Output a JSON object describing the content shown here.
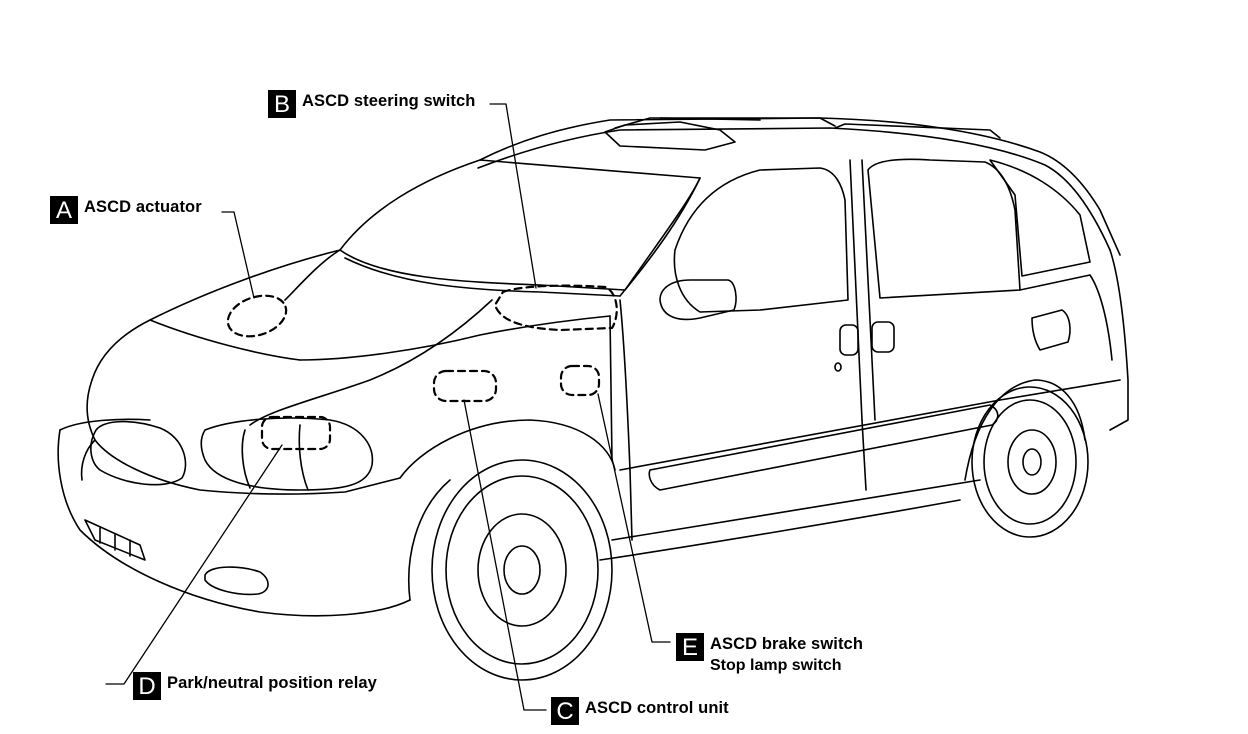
{
  "callouts": {
    "a": {
      "letter": "A",
      "label": "ASCD actuator"
    },
    "b": {
      "letter": "B",
      "label": "ASCD steering switch"
    },
    "c": {
      "letter": "C",
      "label": "ASCD control unit"
    },
    "d": {
      "letter": "D",
      "label": "Park/neutral position relay"
    },
    "e": {
      "letter": "E",
      "label": "ASCD brake switch",
      "sublabel": "Stop lamp switch"
    }
  },
  "colors": {
    "ink": "#000000",
    "background": "#ffffff"
  }
}
